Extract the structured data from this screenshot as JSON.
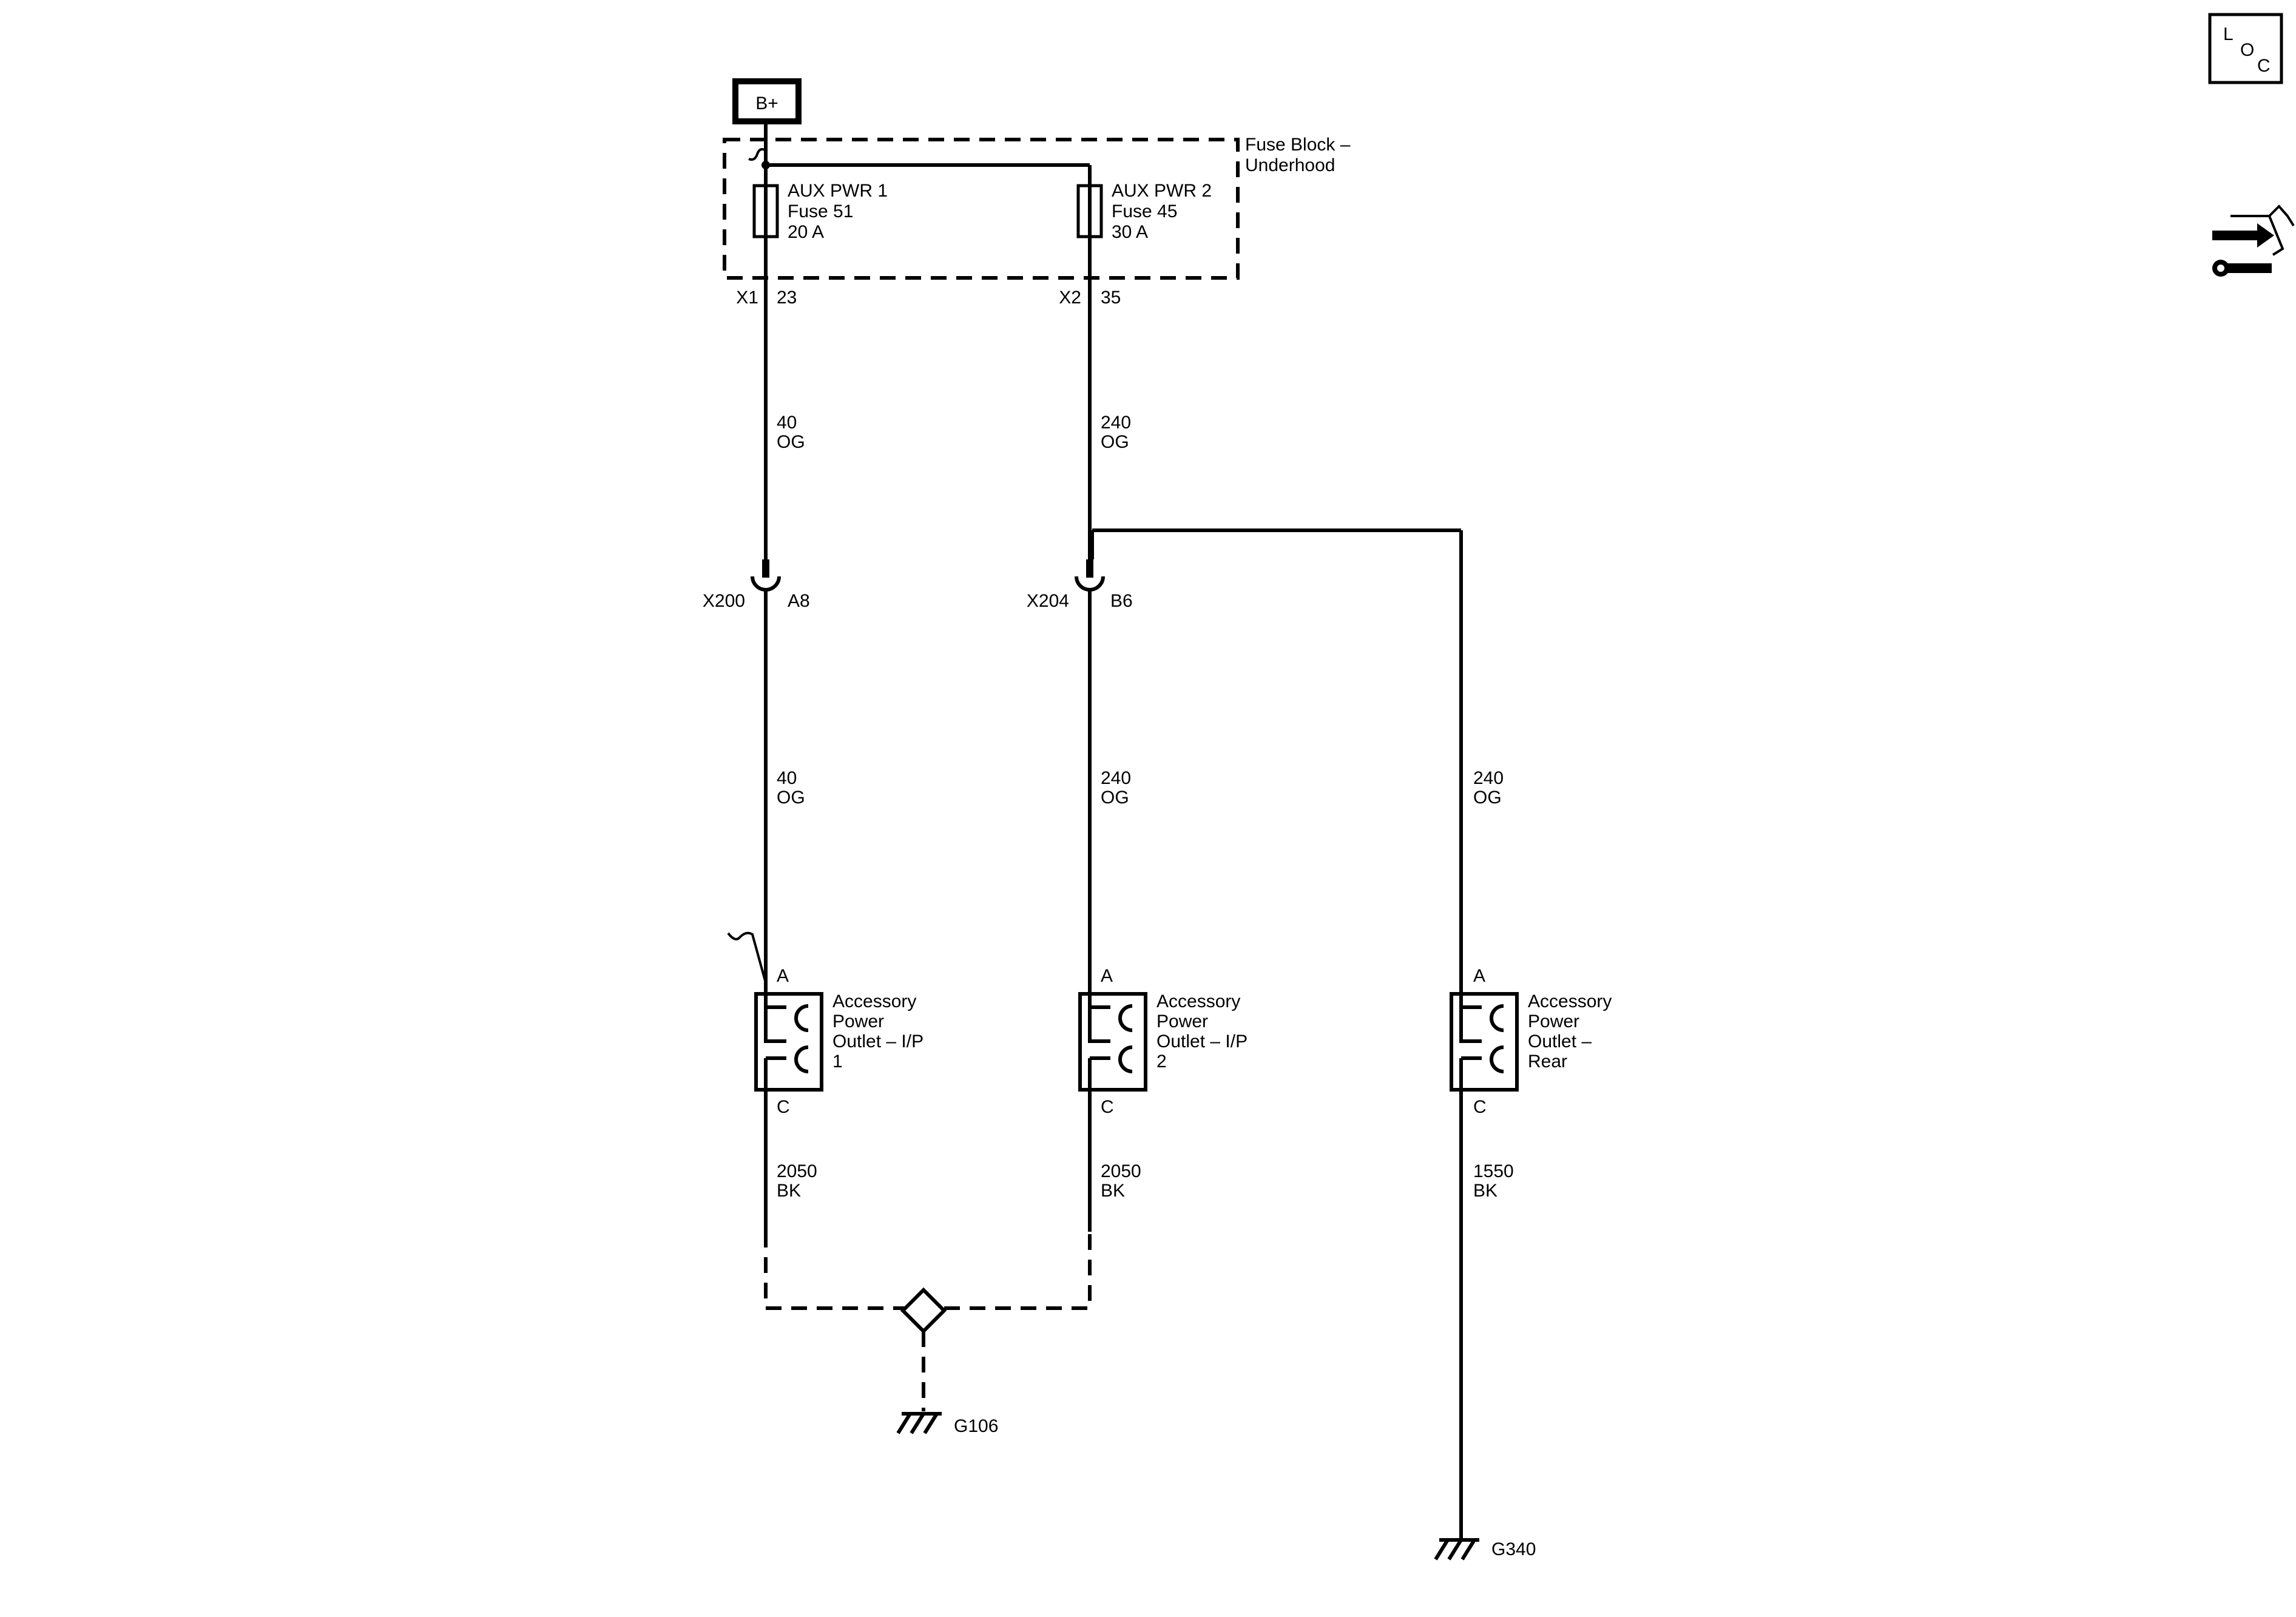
{
  "power_source": {
    "label": "B+"
  },
  "fuse_block": {
    "name_line1": "Fuse Block –",
    "name_line2": "Underhood"
  },
  "fuses": [
    {
      "line1": "AUX PWR 1",
      "line2": "Fuse 51",
      "line3": "20 A",
      "connector": "X1",
      "pin": "23"
    },
    {
      "line1": "AUX PWR 2",
      "line2": "Fuse 45",
      "line3": "30 A",
      "connector": "X2",
      "pin": "35"
    }
  ],
  "wires": {
    "left_upper": {
      "circuit": "40",
      "color": "OG"
    },
    "mid_upper": {
      "circuit": "240",
      "color": "OG"
    },
    "left_lower": {
      "circuit": "40",
      "color": "OG"
    },
    "mid_lower": {
      "circuit": "240",
      "color": "OG"
    },
    "right": {
      "circuit": "240",
      "color": "OG"
    },
    "left_ground": {
      "circuit": "2050",
      "color": "BK"
    },
    "mid_ground": {
      "circuit": "2050",
      "color": "BK"
    },
    "right_ground": {
      "circuit": "1550",
      "color": "BK"
    }
  },
  "inline_connectors": [
    {
      "name": "X200",
      "pin": "A8"
    },
    {
      "name": "X204",
      "pin": "B6"
    }
  ],
  "outlets": [
    {
      "line1": "Accessory",
      "line2": "Power",
      "line3": "Outlet – I/P",
      "line4": "1",
      "pin_top": "A",
      "pin_bottom": "C"
    },
    {
      "line1": "Accessory",
      "line2": "Power",
      "line3": "Outlet – I/P",
      "line4": "2",
      "pin_top": "A",
      "pin_bottom": "C"
    },
    {
      "line1": "Accessory",
      "line2": "Power",
      "line3": "Outlet –",
      "line4": "Rear",
      "pin_top": "A",
      "pin_bottom": "C"
    }
  ],
  "grounds": [
    {
      "label": "G106"
    },
    {
      "label": "G340"
    }
  ],
  "loc_icon": {
    "l": "L",
    "o": "O",
    "c": "C"
  },
  "icons": {
    "loc": "location-icon",
    "service": "service-wrench-icon"
  }
}
